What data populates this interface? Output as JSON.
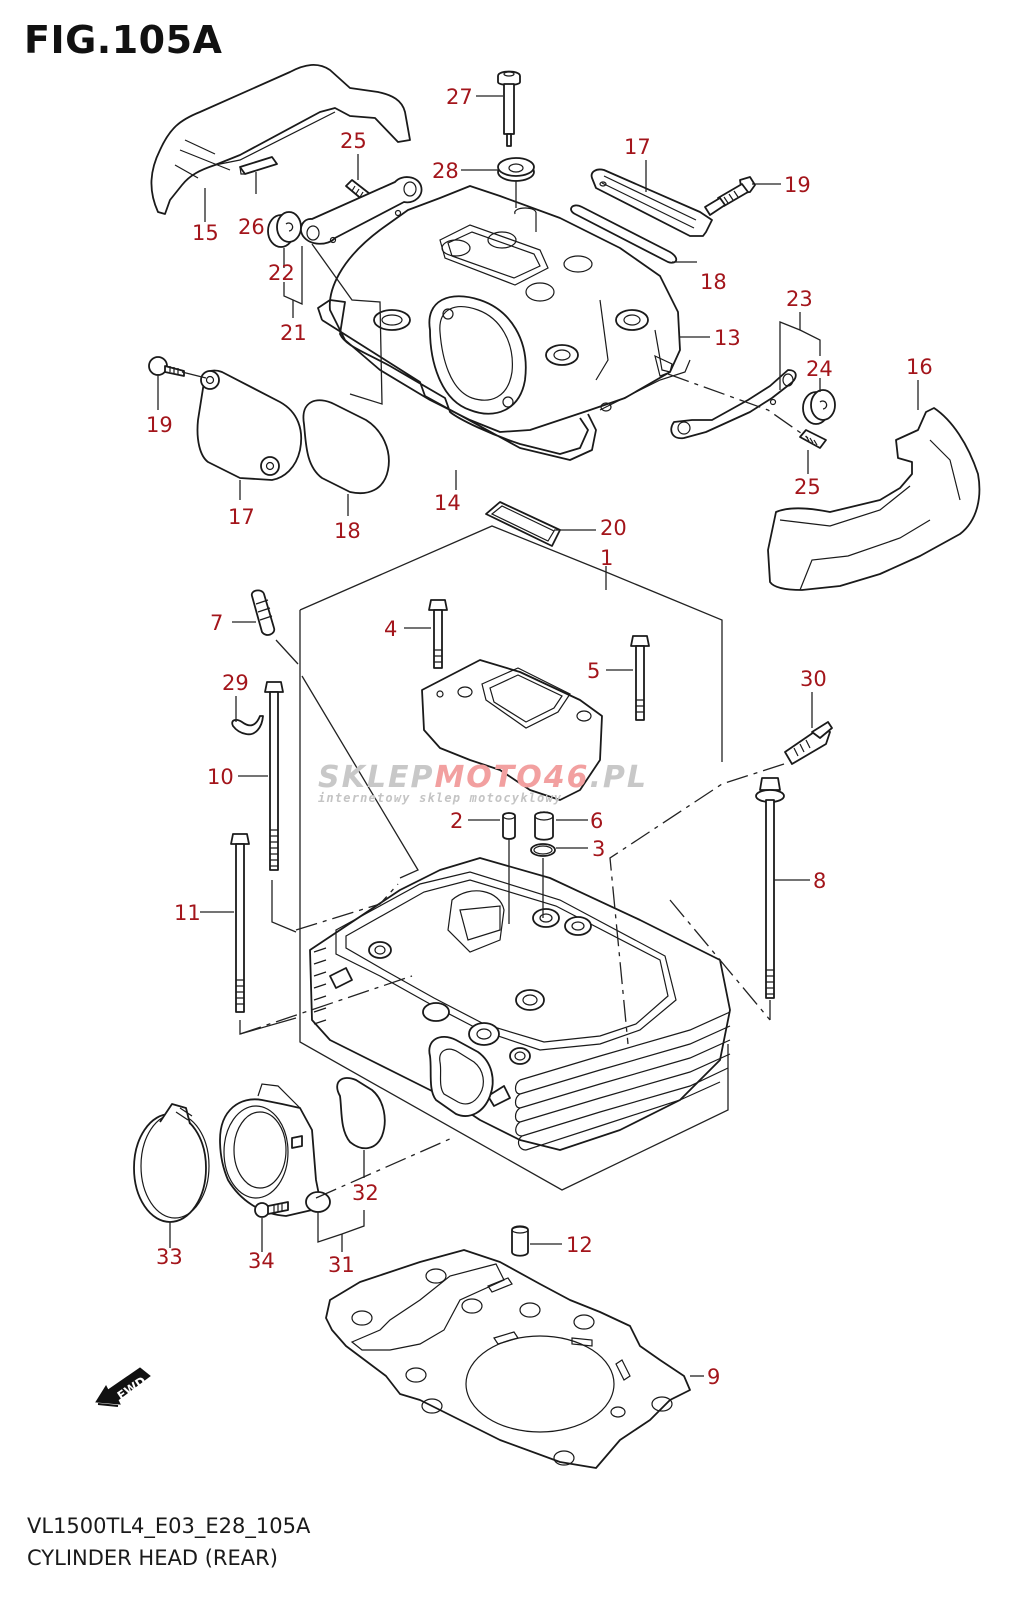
{
  "figure": {
    "title": "FIG.105A",
    "code": "VL1500TL4_E03_E28_105A",
    "name": "CYLINDER HEAD (REAR)",
    "label_color": "#a3151b",
    "line_color": "#1a1a1a"
  },
  "watermark": {
    "part1": "SKLEP",
    "part2": "MOTO46",
    "part3": ".PL",
    "subtitle": "internetowy sklep motocyklowy"
  },
  "direction_marker": {
    "icon": "fwd-arrow-icon",
    "label": "FWD"
  },
  "callouts": [
    {
      "id": "1",
      "label": "1"
    },
    {
      "id": "2",
      "label": "2"
    },
    {
      "id": "3",
      "label": "3"
    },
    {
      "id": "4",
      "label": "4"
    },
    {
      "id": "5",
      "label": "5"
    },
    {
      "id": "6",
      "label": "6"
    },
    {
      "id": "7",
      "label": "7"
    },
    {
      "id": "8",
      "label": "8"
    },
    {
      "id": "9",
      "label": "9"
    },
    {
      "id": "10",
      "label": "10"
    },
    {
      "id": "11",
      "label": "11"
    },
    {
      "id": "12",
      "label": "12"
    },
    {
      "id": "13",
      "label": "13"
    },
    {
      "id": "14",
      "label": "14"
    },
    {
      "id": "15",
      "label": "15"
    },
    {
      "id": "16",
      "label": "16"
    },
    {
      "id": "17a",
      "label": "17"
    },
    {
      "id": "17b",
      "label": "17"
    },
    {
      "id": "18a",
      "label": "18"
    },
    {
      "id": "18b",
      "label": "18"
    },
    {
      "id": "19a",
      "label": "19"
    },
    {
      "id": "19b",
      "label": "19"
    },
    {
      "id": "20",
      "label": "20"
    },
    {
      "id": "21",
      "label": "21"
    },
    {
      "id": "22",
      "label": "22"
    },
    {
      "id": "23",
      "label": "23"
    },
    {
      "id": "24",
      "label": "24"
    },
    {
      "id": "25a",
      "label": "25"
    },
    {
      "id": "25b",
      "label": "25"
    },
    {
      "id": "26",
      "label": "26"
    },
    {
      "id": "27",
      "label": "27"
    },
    {
      "id": "28",
      "label": "28"
    },
    {
      "id": "29",
      "label": "29"
    },
    {
      "id": "30",
      "label": "30"
    },
    {
      "id": "31",
      "label": "31"
    },
    {
      "id": "32",
      "label": "32"
    },
    {
      "id": "33",
      "label": "33"
    },
    {
      "id": "34",
      "label": "34"
    }
  ]
}
